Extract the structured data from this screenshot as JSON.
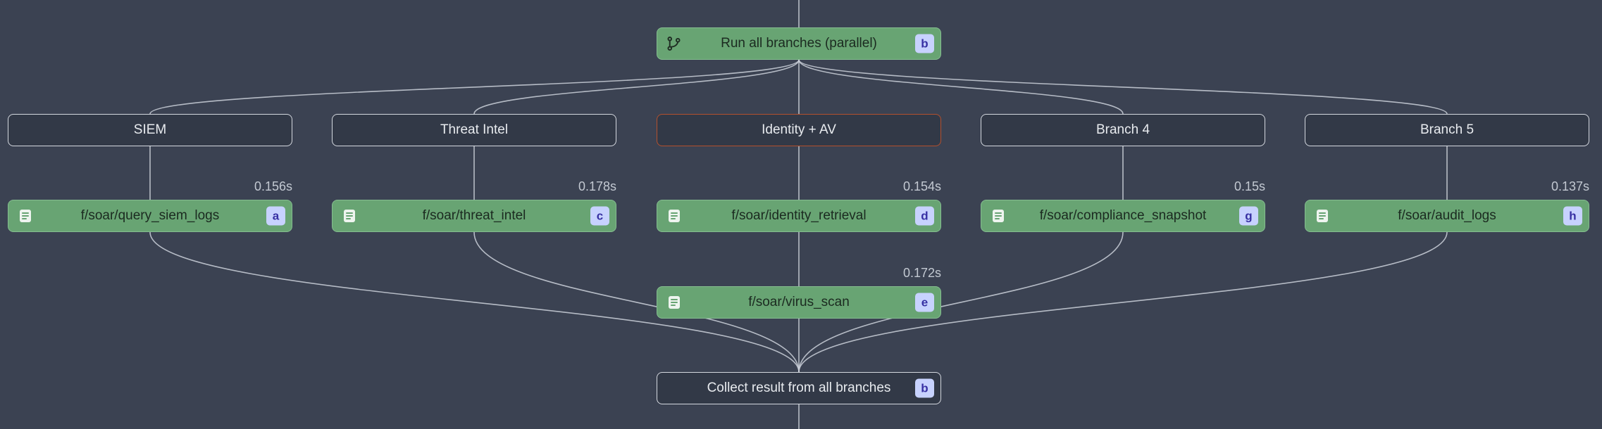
{
  "colors": {
    "background": "#3b4252",
    "edge": "#ccd1da",
    "node_green": "#68a473",
    "node_dark": "#323947",
    "alert_border": "#b4502d",
    "badge_bg": "#c7d2fe",
    "badge_text": "#3730a3"
  },
  "top_node": {
    "label": "Run all branches (parallel)",
    "badge": "b",
    "icon": "git-branch-icon"
  },
  "branches": [
    {
      "header": "SIEM",
      "step": {
        "label": "f/soar/query_siem_logs",
        "badge": "a",
        "duration": "0.156s"
      }
    },
    {
      "header": "Threat Intel",
      "step": {
        "label": "f/soar/threat_intel",
        "badge": "c",
        "duration": "0.178s"
      }
    },
    {
      "header": "Identity + AV",
      "step": {
        "label": "f/soar/identity_retrieval",
        "badge": "d",
        "duration": "0.154s"
      }
    },
    {
      "header": "Branch 4",
      "step": {
        "label": "f/soar/compliance_snapshot",
        "badge": "g",
        "duration": "0.15s"
      }
    },
    {
      "header": "Branch 5",
      "step": {
        "label": "f/soar/audit_logs",
        "badge": "h",
        "duration": "0.137s"
      }
    }
  ],
  "extra_step": {
    "label": "f/soar/virus_scan",
    "badge": "e",
    "duration": "0.172s"
  },
  "collect_node": {
    "label": "Collect result from all branches",
    "badge": "b"
  }
}
